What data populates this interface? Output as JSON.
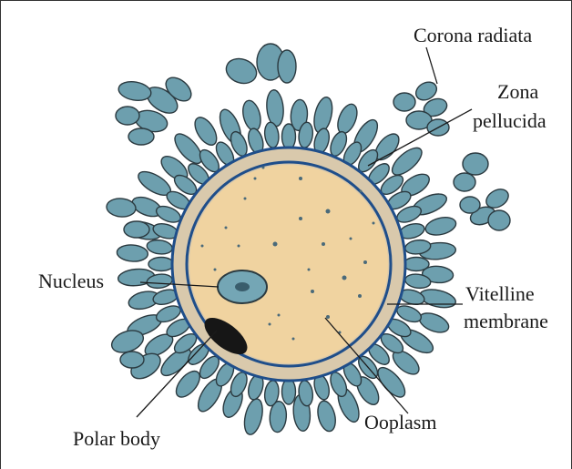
{
  "labels": {
    "corona_radiata": "Corona radiata",
    "zona_line1": "Zona",
    "zona_line2": "pellucida",
    "vitelline_line1": "Vitelline",
    "vitelline_line2": "membrane",
    "nucleus": "Nucleus",
    "polar_body": "Polar body",
    "ooplasm": "Ooplasm"
  },
  "colors": {
    "corona_cells": "#6d9fae",
    "cell_outline": "#2b3a40",
    "zona_pellucida": "#d9c9ac",
    "membrane": "#1f4e8a",
    "ooplasm": "#f0d3a0",
    "nucleus": "#74a6b5",
    "polar_body": "#161616"
  }
}
